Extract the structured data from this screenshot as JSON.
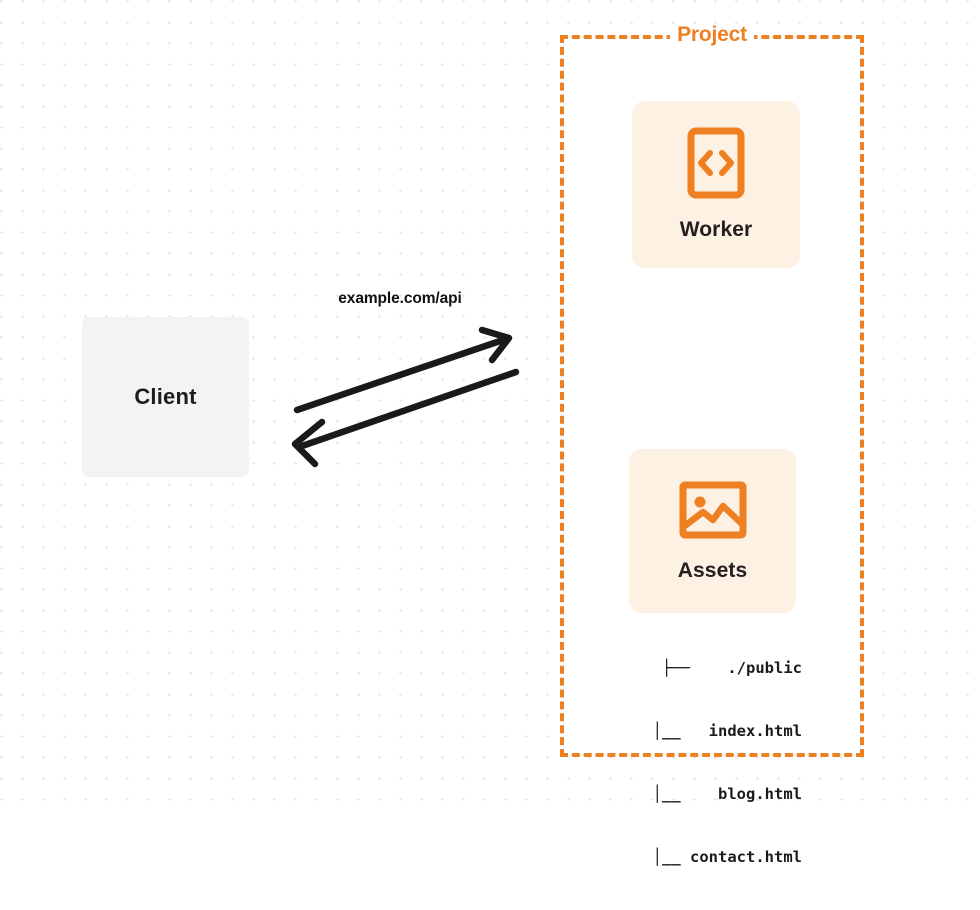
{
  "diagram": {
    "title": "Cloudflare Worker with static Assets architecture",
    "colors": {
      "accent_orange": "#ef8022",
      "card_background": "#fdf1e4",
      "client_background": "#f2f3f5",
      "arrow": "#1a1a1a",
      "text_dark": "#1d1d1f",
      "grid_dot": "#e8e8ea",
      "canvas_background": "#ffffff"
    },
    "client": {
      "label": "Client",
      "shape": "rounded-rectangle"
    },
    "connector": {
      "label": "example.com/api",
      "direction": "bidirectional",
      "arrow_outbound": "request to worker",
      "arrow_inbound": "response to client"
    },
    "project": {
      "label": "Project",
      "border_style": "dashed",
      "cards": [
        {
          "label": "Worker",
          "icon": "code-brackets-icon"
        },
        {
          "label": "Assets",
          "icon": "image-icon"
        }
      ],
      "file_tree": {
        "rows": [
          {
            "branch": "├──",
            "name": "./public"
          },
          {
            "branch": "│__",
            "name": "index.html"
          },
          {
            "branch": "│__",
            "name": "blog.html"
          },
          {
            "branch": "│__",
            "name": "contact.html"
          }
        ],
        "lines": [
          "├──    ./public",
          "   │__   index.html",
          "   │__    blog.html",
          "   │__ contact.html"
        ]
      }
    }
  }
}
